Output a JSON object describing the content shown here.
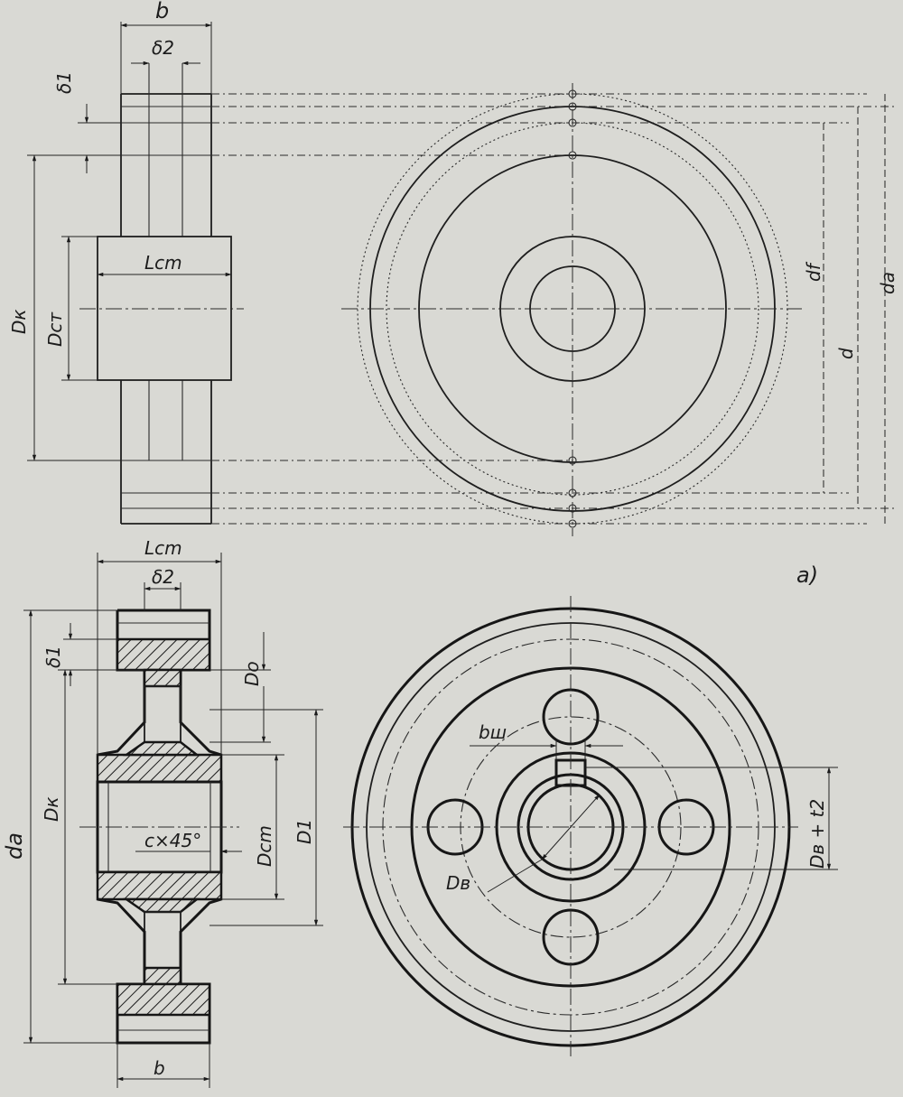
{
  "figure_a": {
    "top_b": "b",
    "delta2": "δ2",
    "delta1": "δ1",
    "L_cm": "Lcm",
    "D_k": "Dк",
    "D_cm": "Dст",
    "d_f": "df",
    "d_a": "da",
    "d": "d",
    "caption": "a)"
  },
  "figure_b": {
    "L_cm": "Lcm",
    "delta2": "δ2",
    "delta1": "δ1",
    "D_o": "Do",
    "d_a": "da",
    "D_k": "Dк",
    "chamfer": "c×45°",
    "D_cm": "Dcm",
    "D_1": "D1",
    "b_bottom": "b",
    "b_sh": "bш",
    "D_b": "Dв",
    "Db_t2": "Dв + t2"
  },
  "colors": {
    "paper": "#d9d9d4",
    "ink": "#1c1c1c"
  }
}
